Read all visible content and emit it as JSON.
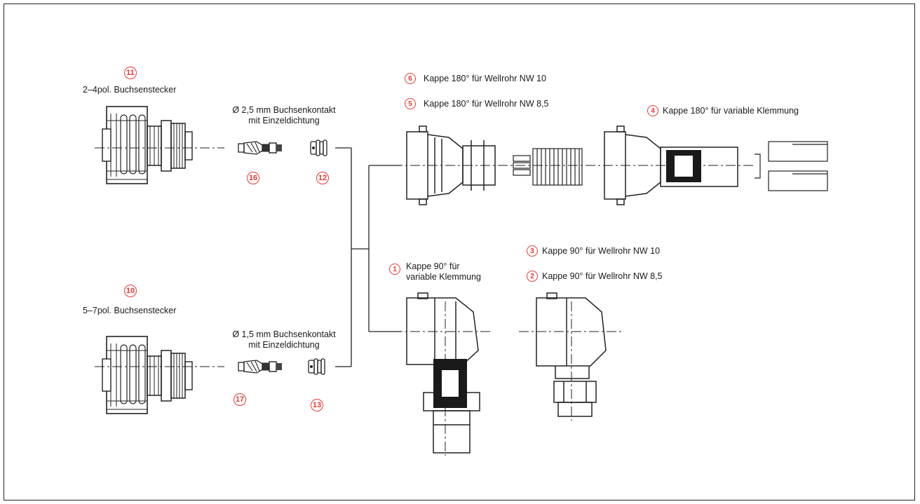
{
  "parts": {
    "p1": {
      "num": "1",
      "label_line1": "Kappe 90° für",
      "label_line2": "variable Klemmung"
    },
    "p2": {
      "num": "2",
      "label": "Kappe 90° für Wellrohr NW 8,5"
    },
    "p3": {
      "num": "3",
      "label": "Kappe 90° für Wellrohr NW 10"
    },
    "p4": {
      "num": "4",
      "label": "Kappe 180° für variable Klemmung"
    },
    "p5": {
      "num": "5",
      "label": "Kappe 180° für Wellrohr NW 8,5"
    },
    "p6": {
      "num": "6",
      "label": "Kappe 180° für Wellrohr NW 10"
    },
    "p10": {
      "num": "10",
      "label": "5–7pol. Buchsenstecker"
    },
    "p11": {
      "num": "11",
      "label": "2–4pol. Buchsenstecker"
    },
    "p12": {
      "num": "12"
    },
    "p13": {
      "num": "13"
    },
    "p16": {
      "num": "16"
    },
    "p17": {
      "num": "17"
    }
  },
  "contacts": {
    "upper_line1": "Ø 2,5 mm Buchsenkontakt",
    "upper_line2": "mit Einzeldichtung",
    "lower_line1": "Ø 1,5 mm Buchsenkontakt",
    "lower_line2": "mit Einzeldichtung"
  },
  "colors": {
    "callout": "#e53935",
    "line": "#222222"
  }
}
